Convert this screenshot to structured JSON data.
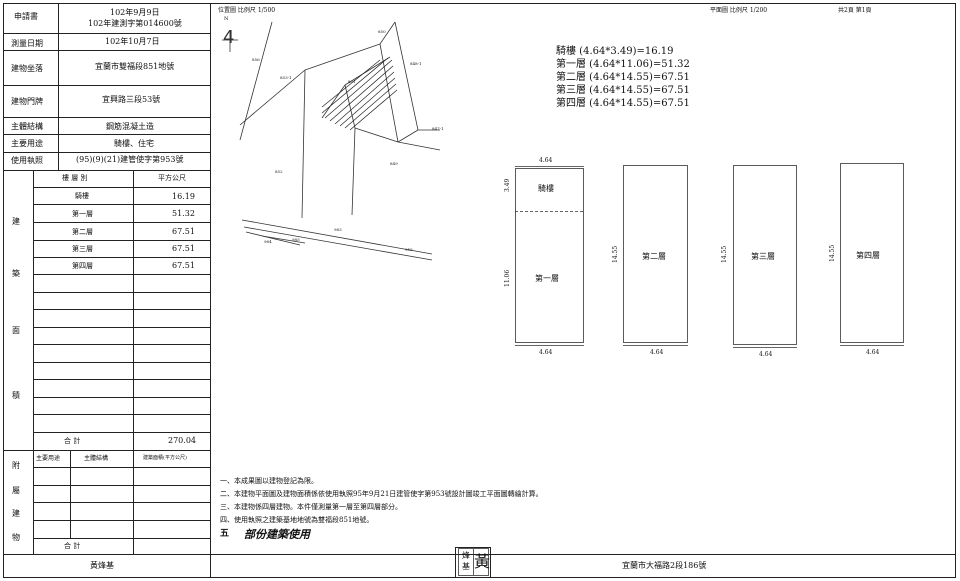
{
  "info_table": {
    "apply_label": "申請書",
    "apply_date": "102年9月9日",
    "apply_no": "102年建測字第014600號",
    "survey_label": "測量日期",
    "survey_date": "102年10月7日",
    "location_label": "建物坐落",
    "location_value": "宜蘭市雙福段851地號",
    "door_label": "建物門牌",
    "door_value": "宜興路三段53號",
    "structure_label": "主體結構",
    "structure_value": "鋼筋混凝土造",
    "use_label": "主要用途",
    "use_value": "騎樓、住宅",
    "license_label": "使用執照",
    "license_value": "(95)(9)(21)建管使字第953號"
  },
  "area_table": {
    "side_chars": [
      "建",
      "築",
      "面",
      "積"
    ],
    "head_floor": "樓 層 別",
    "head_area": "平方公尺",
    "rows": [
      {
        "floor": "騎樓",
        "area": "16.19"
      },
      {
        "floor": "第一層",
        "area": "51.32"
      },
      {
        "floor": "第二層",
        "area": "67.51"
      },
      {
        "floor": "第三層",
        "area": "67.51"
      },
      {
        "floor": "第四層",
        "area": "67.51"
      }
    ],
    "total_label": "合 計",
    "total_value": "270.04"
  },
  "annex_table": {
    "side_chars": [
      "附",
      "屬",
      "建",
      "物"
    ],
    "head_use": "主要用途",
    "head_struct": "主體結構",
    "head_area": "建築面積(平方公尺)",
    "total_label": "合 計"
  },
  "site_plan": {
    "title": "位置圖  比例尺 1/500",
    "north_mark": "4",
    "north_n": "N",
    "parcels": [
      "850",
      "856",
      "853-1",
      "851",
      "848-1",
      "847-1",
      "852",
      "849",
      "984",
      "985",
      "983",
      "955"
    ]
  },
  "floor_plan": {
    "title": "平面圖  比例尺 1/200",
    "page": "共2頁  第1頁",
    "formulas": [
      "騎樓 (4.64*3.49)=16.19",
      "第一層 (4.64*11.06)=51.32",
      "第二層 (4.64*14.55)=67.51",
      "第三層 (4.64*14.55)=67.51",
      "第四層 (4.64*14.55)=67.51"
    ],
    "arcade_label": "騎樓",
    "floor1_label": "第一層",
    "floor2_label": "第二層",
    "floor3_label": "第三層",
    "floor4_label": "第四層",
    "width_dim": "4.64",
    "arcade_depth": "3.49",
    "floor1_depth": "11.06",
    "upper_depth": "14.55"
  },
  "notes": [
    "一、本成果圖以建物登記為限。",
    "二、本建物平面圖及建物面積係依使用執照95年9月21日建管使字第953號設計圖竣工平面圖轉繪計算。",
    "三、本建物係四層建物。本件僅測量第一層至第四層部分。",
    "四、使用執照之建築基地地號為雙福段851地號。"
  ],
  "partial_use": {
    "prefix": "五",
    "text": "部份建築使用"
  },
  "footer": {
    "surveyor": "黃烽基",
    "stamp_small": "烽基",
    "stamp_big": "黃",
    "office": "宜蘭市大福路2段186號"
  }
}
